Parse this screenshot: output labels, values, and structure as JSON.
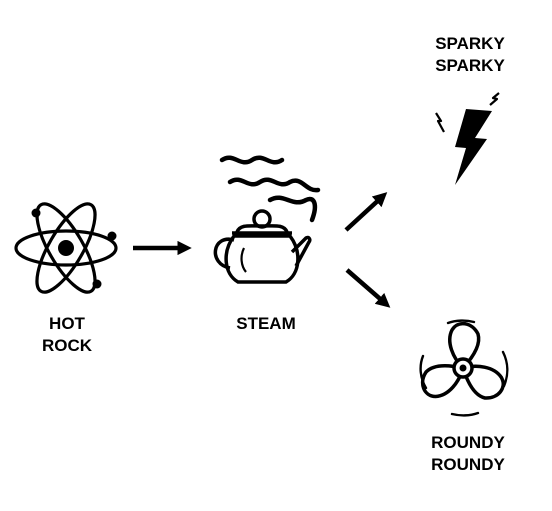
{
  "nodes": {
    "hot_rock": {
      "line1": "HOT",
      "line2": "ROCK",
      "icon": "atom-icon"
    },
    "steam": {
      "line1": "STEAM",
      "icon": "teapot-icon"
    },
    "sparky": {
      "line1": "SPARKY",
      "line2": "SPARKY",
      "icon": "lightning-bolt-icon"
    },
    "roundy": {
      "line1": "ROUNDY",
      "line2": "ROUNDY",
      "icon": "propeller-fan-icon"
    }
  },
  "edges": [
    {
      "from": "hot_rock",
      "to": "steam"
    },
    {
      "from": "steam",
      "to": "sparky"
    },
    {
      "from": "steam",
      "to": "roundy"
    }
  ],
  "colors": {
    "ink": "#000000",
    "background": "#ffffff"
  }
}
